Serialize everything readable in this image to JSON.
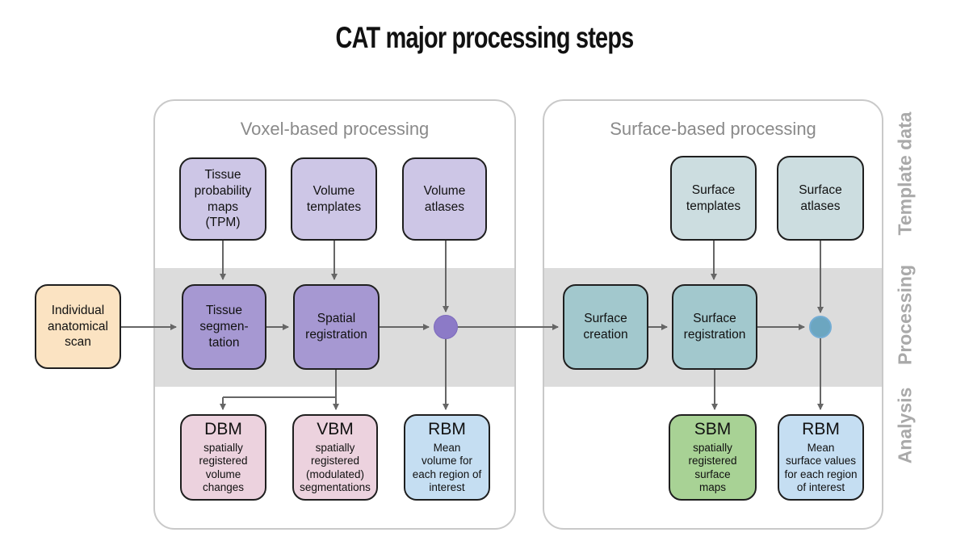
{
  "title": "CAT major processing steps",
  "side_labels": {
    "template_data": "Template data",
    "processing": "Processing",
    "analysis": "Analysis"
  },
  "input_node": {
    "label": [
      "Individual",
      "anatomical",
      "scan"
    ]
  },
  "voxel": {
    "heading": "Voxel-based processing",
    "templates": {
      "tpm": [
        "Tissue",
        "probability",
        "maps",
        "(TPM)"
      ],
      "volume_templates": [
        "Volume",
        "templates"
      ],
      "volume_atlases": [
        "Volume",
        "atlases"
      ]
    },
    "processing": {
      "tissue_segmentation": [
        "Tissue",
        "segmen-",
        "tation"
      ],
      "spatial_registration": [
        "Spatial",
        "registration"
      ]
    },
    "analysis": {
      "dbm": {
        "title": "DBM",
        "desc": [
          "spatially",
          "registered",
          "volume",
          "changes"
        ]
      },
      "vbm": {
        "title": "VBM",
        "desc": [
          "spatially",
          "registered",
          "(modulated)",
          "segmentations"
        ]
      },
      "rbm": {
        "title": "RBM",
        "desc": [
          "Mean",
          "volume for",
          "each region of",
          "interest"
        ]
      }
    }
  },
  "surface": {
    "heading": "Surface-based processing",
    "templates": {
      "surface_templates": [
        "Surface",
        "templates"
      ],
      "surface_atlases": [
        "Surface",
        "atlases"
      ]
    },
    "processing": {
      "surface_creation": [
        "Surface",
        "creation"
      ],
      "surface_registration": [
        "Surface",
        "registration"
      ]
    },
    "analysis": {
      "sbm": {
        "title": "SBM",
        "desc": [
          "spatially",
          "registered",
          "surface",
          "maps"
        ]
      },
      "rbm": {
        "title": "RBM",
        "desc": [
          "Mean",
          "surface values",
          "for each region",
          "of interest"
        ]
      }
    }
  },
  "colors": {
    "input_fill": "#fbe3c2",
    "template_purple": "#cdc6e6",
    "processing_purple": "#a698d2",
    "junction_purple": "#8c7ac7",
    "analysis_pink": "#ecd2de",
    "analysis_blue": "#c5def2",
    "analysis_green": "#a8d295",
    "template_teal": "#ccdde0",
    "processing_teal": "#a2c8cd",
    "junction_teal": "#6ca6c0",
    "band_gray": "#dcdcdc",
    "container_border": "#c9c9c9",
    "heading_gray": "#8a8a8a",
    "side_label_gray": "#a9a9a9",
    "arrow_gray": "#666666",
    "node_border": "#1f1f1f"
  }
}
